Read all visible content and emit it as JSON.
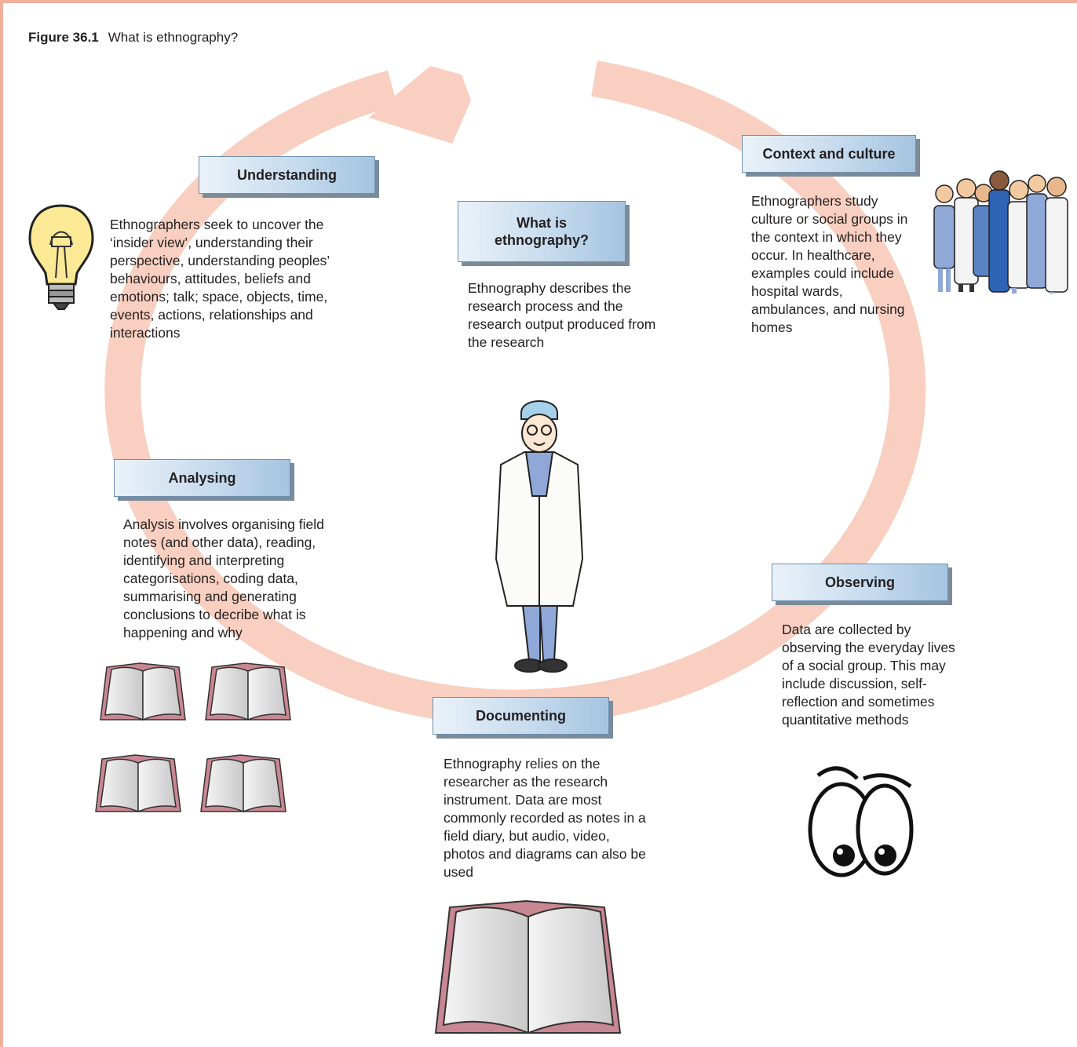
{
  "figure": {
    "number": "Figure 36.1",
    "title": "What is ethnography?"
  },
  "center": {
    "heading": "What is\nethnography?",
    "text": "Ethnography describes the research process and the research output produced from the research"
  },
  "sections": {
    "understanding": {
      "heading": "Understanding",
      "text": "Ethnographers seek to uncover the ‘insider view’, understanding their perspective, understanding peoples’ behaviours, attitudes, beliefs and emotions; talk; space, objects, time, events, actions, relationships and interactions"
    },
    "context": {
      "heading": "Context and culture",
      "text": "Ethnographers study culture or social groups in the context in which they occur. In healthcare, examples could include hospital wards, ambulances, and nursing homes"
    },
    "analysing": {
      "heading": "Analysing",
      "text": "Analysis involves organising field notes (and other data), reading, identifying and interpreting categorisations, coding data, summarising and generating conclusions to decribe what is happening and why"
    },
    "observing": {
      "heading": "Observing",
      "text": "Data are collected by observing the everyday lives of a social group. This may include discussion, self-reflection and sometimes quantitative methods"
    },
    "documenting": {
      "heading": "Documenting",
      "text": "Ethnography relies on the researcher as the research instrument. Data are most commonly recorded as notes in a field diary, but audio, video, photos and diagrams can also be used"
    }
  },
  "illustrations": [
    "light-bulb-icon",
    "healthcare-staff-group",
    "researcher-figure",
    "books-icon",
    "eyes-icon",
    "open-book-icon"
  ],
  "colors": {
    "cycle_arrow": "#f8cfc0",
    "frame_border": "#f0b09a",
    "box_shadow": "#7c8b99"
  }
}
